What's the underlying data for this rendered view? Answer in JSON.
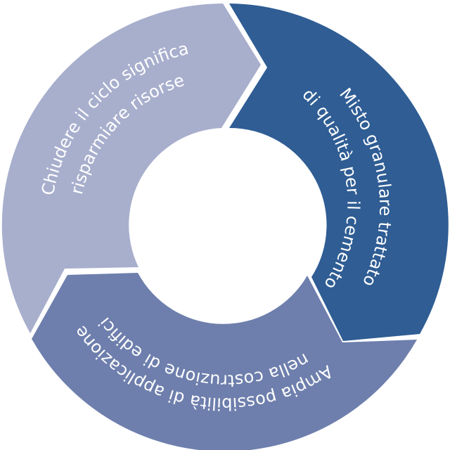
{
  "diagram": {
    "type": "cycle",
    "segments": [
      {
        "lines": [
          "Misto granulare trattato",
          "di qualità per il cemento"
        ],
        "color": "#2f5d94"
      },
      {
        "lines": [
          "Ampia possibilità di applicazione",
          "nella costruzione di edifici"
        ],
        "color": "#6e7fad"
      },
      {
        "lines": [
          "Chiudere il ciclo significa",
          "risparmiare risorse"
        ],
        "color": "#a8afcd"
      }
    ]
  }
}
